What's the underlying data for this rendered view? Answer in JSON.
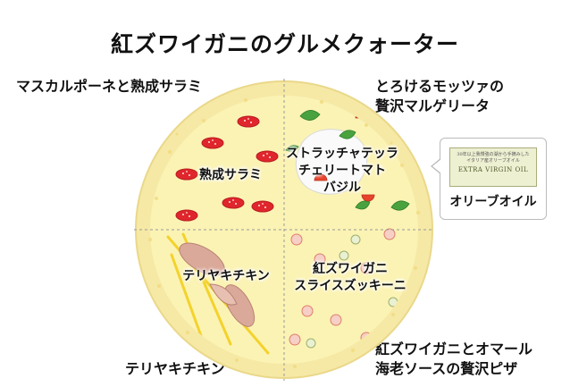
{
  "title": "紅ズワイガニのグルメクォーター",
  "corners": {
    "top_left": [
      "マスカルポーネと熟成サラミ"
    ],
    "top_right": [
      "とろけるモッツァの",
      "贅沢マルゲリータ"
    ],
    "bottom_left": [
      "テリヤキチキン"
    ],
    "bottom_right": [
      "紅ズワイガニとオマール",
      "海老ソースの贅沢ピザ"
    ]
  },
  "quarters": {
    "top_left": [
      "熟成サラミ"
    ],
    "top_right": [
      "ストラッチャテッラ",
      "チェリートマト",
      "バジル"
    ],
    "bottom_left": [
      "テリヤキチキン"
    ],
    "bottom_right": [
      "紅ズワイガニ",
      "スライスズッキーニ"
    ]
  },
  "olive_oil": {
    "label": "オリーブオイル",
    "bottle_text_jp_1": "30年以上我慢強の湖から手摘みした",
    "bottle_text_jp_2": "イタリア産オリーブオイル",
    "bottle_text_en": "EXTRA VIRGIN OIL"
  },
  "colors": {
    "crust": "#f6e9a6",
    "cheese": "#fbf3b4",
    "salami": "#e0262c",
    "basil": "#4aa23f",
    "tomato": "#e8432c",
    "divider": "#999999"
  }
}
